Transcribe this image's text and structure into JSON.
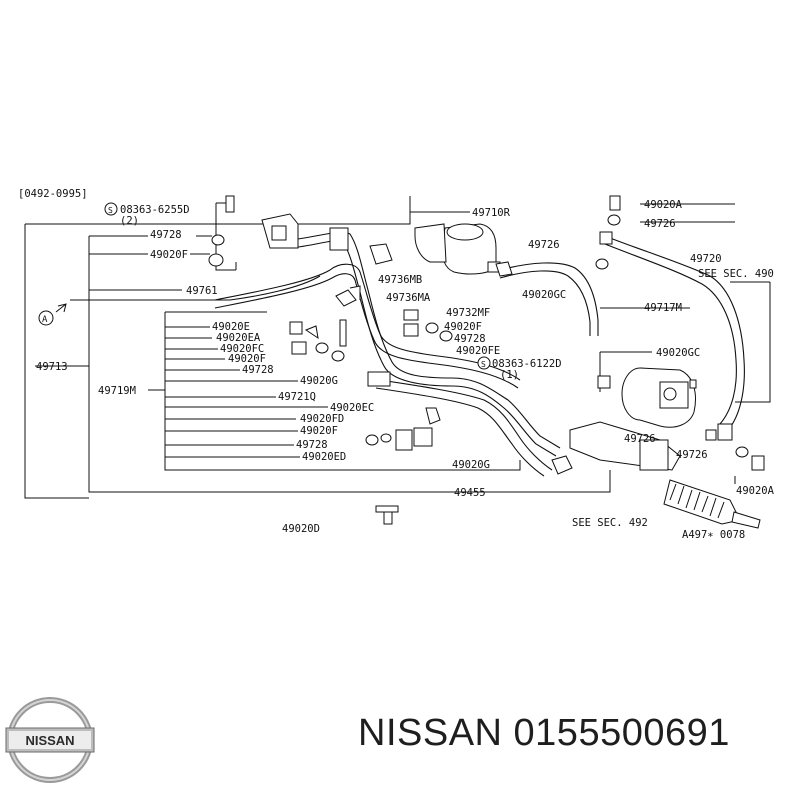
{
  "diagram": {
    "date_code": "[0492-0995]",
    "figure_ref": "A497∗ 0078",
    "callout_marker": "A",
    "see_sec_490": "SEE SEC. 490",
    "see_sec_492": "SEE SEC. 492",
    "parts": [
      {
        "id": "p1",
        "text": "08363-6255D"
      },
      {
        "id": "p1q",
        "text": "(2)"
      },
      {
        "id": "p2",
        "text": "49728"
      },
      {
        "id": "p3",
        "text": "49020F"
      },
      {
        "id": "p4",
        "text": "49761"
      },
      {
        "id": "p5",
        "text": "49713"
      },
      {
        "id": "p6",
        "text": "49719M"
      },
      {
        "id": "p7",
        "text": "49710R"
      },
      {
        "id": "p8",
        "text": "49736MB"
      },
      {
        "id": "p9",
        "text": "49736MA"
      },
      {
        "id": "p10",
        "text": "49732MF"
      },
      {
        "id": "p11",
        "text": "49020F"
      },
      {
        "id": "p12",
        "text": "49728"
      },
      {
        "id": "p13",
        "text": "49020FE"
      },
      {
        "id": "p14",
        "text": "08363-6122D"
      },
      {
        "id": "p14q",
        "text": "(1)"
      },
      {
        "id": "p15",
        "text": "49020E"
      },
      {
        "id": "p16",
        "text": "49020EA"
      },
      {
        "id": "p17",
        "text": "49020FC"
      },
      {
        "id": "p18",
        "text": "49020F"
      },
      {
        "id": "p19",
        "text": "49728"
      },
      {
        "id": "p20",
        "text": "49020G"
      },
      {
        "id": "p21",
        "text": "49721Q"
      },
      {
        "id": "p22",
        "text": "49020EC"
      },
      {
        "id": "p23",
        "text": "49020FD"
      },
      {
        "id": "p24",
        "text": "49020F"
      },
      {
        "id": "p25",
        "text": "49728"
      },
      {
        "id": "p26",
        "text": "49020ED"
      },
      {
        "id": "p27",
        "text": "49020G"
      },
      {
        "id": "p28",
        "text": "49455"
      },
      {
        "id": "p29",
        "text": "49020D"
      },
      {
        "id": "p30",
        "text": "49020A"
      },
      {
        "id": "p31",
        "text": "49726"
      },
      {
        "id": "p32",
        "text": "49726"
      },
      {
        "id": "p33",
        "text": "49720"
      },
      {
        "id": "p34",
        "text": "49020GC"
      },
      {
        "id": "p35",
        "text": "49717M"
      },
      {
        "id": "p36",
        "text": "49020GC"
      },
      {
        "id": "p37",
        "text": "49726"
      },
      {
        "id": "p38",
        "text": "49726"
      },
      {
        "id": "p39",
        "text": "49020A"
      }
    ]
  },
  "footer": {
    "logo_text": "NISSAN",
    "title": "NISSAN 0155500691"
  }
}
